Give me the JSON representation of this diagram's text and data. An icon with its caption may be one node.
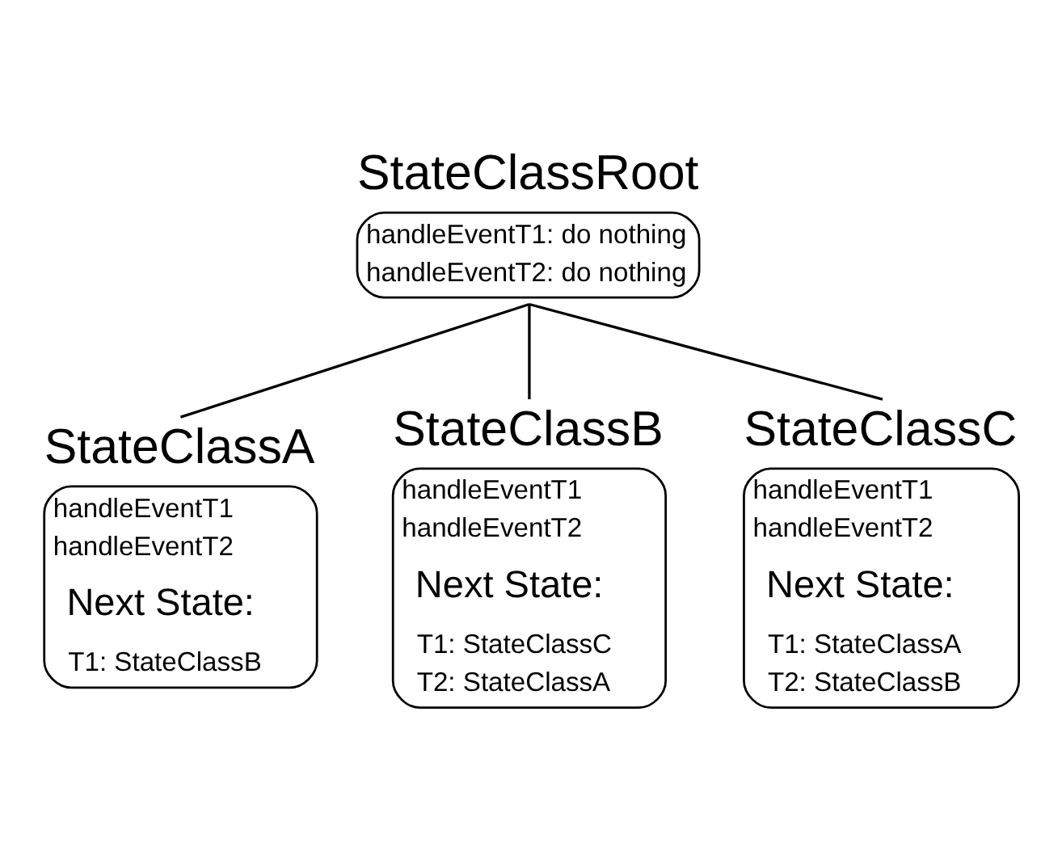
{
  "diagram": {
    "nodes": [
      {
        "text": [
          "StateClassRoot",
          "handleEventT1: do nothing",
          "handleEventT2: do nothing"
        ]
      },
      {
        "text": [
          "StateClassA",
          "handleEventT1",
          "handleEventT2",
          "Next State:",
          "T1: StateClassB"
        ]
      },
      {
        "text": [
          "StateClassB",
          "handleEventT1",
          "handleEventT2",
          "Next State:",
          "T1: StateClassC",
          "T2: StateClassA"
        ]
      },
      {
        "text": [
          "StateClassC",
          "handleEventT1",
          "handleEventT2",
          "Next State:",
          "T1: StateClassA",
          "T2: StateClassB"
        ]
      }
    ],
    "edges": [
      {
        "from": 0,
        "to": 1,
        "arrow": "none"
      },
      {
        "from": 0,
        "to": 2,
        "arrow": "none"
      },
      {
        "from": 0,
        "to": 3,
        "arrow": "none"
      }
    ]
  }
}
